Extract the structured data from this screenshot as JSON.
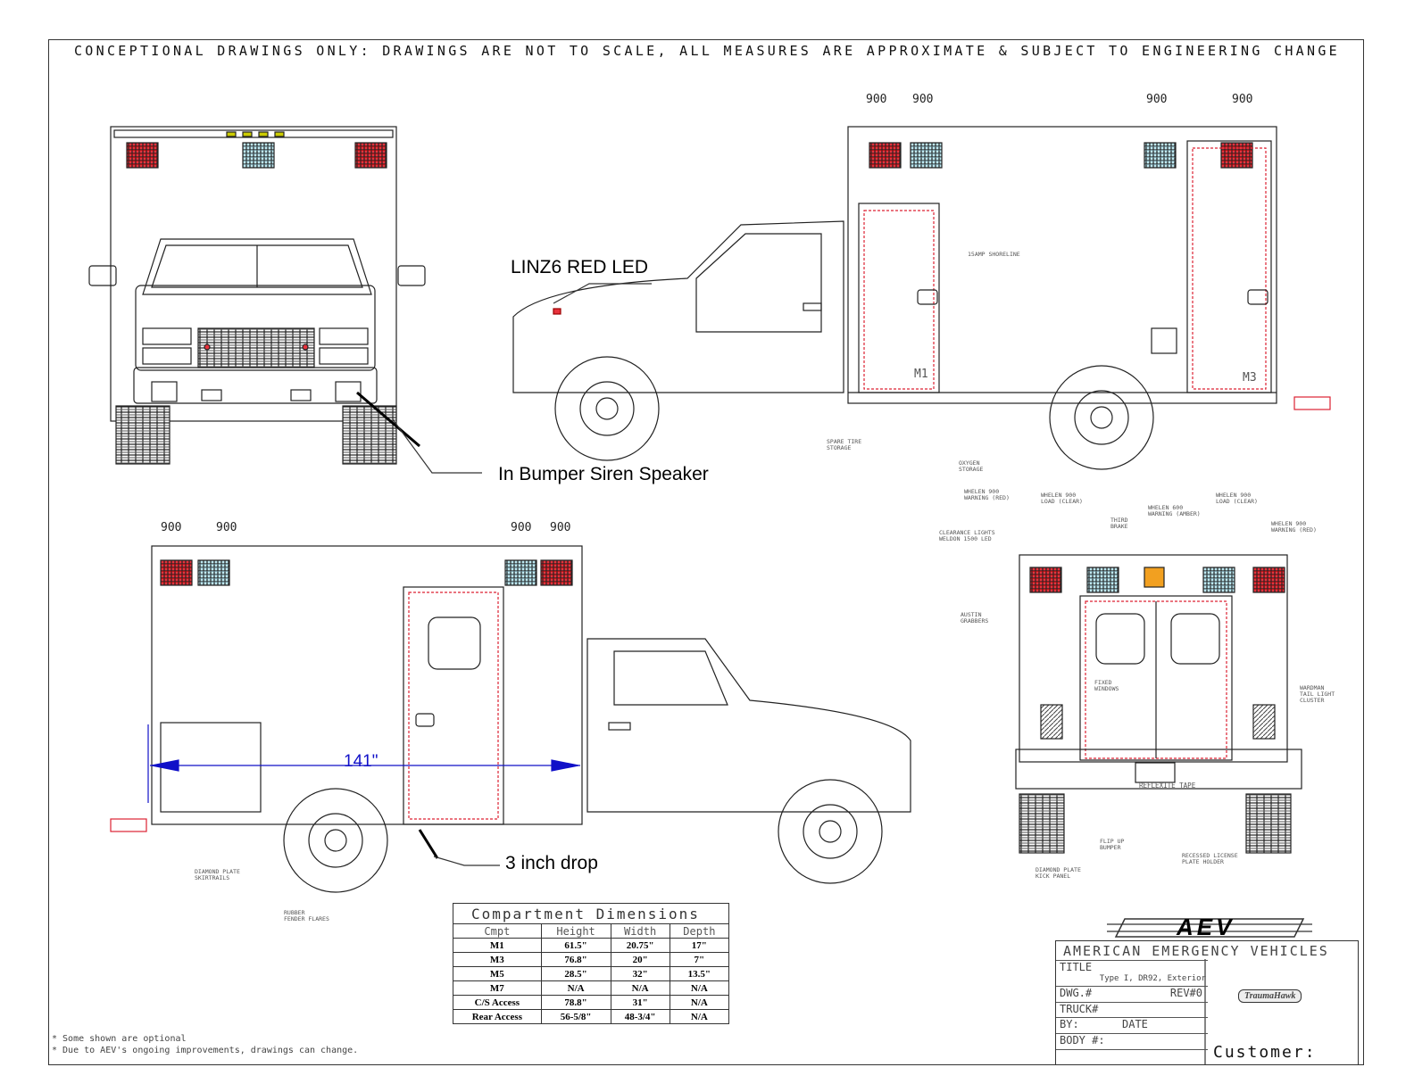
{
  "banner": "CONCEPTIONAL DRAWINGS ONLY: DRAWINGS ARE NOT TO SCALE, ALL MEASURES ARE APPROXIMATE & SUBJECT TO ENGINEERING CHANGE",
  "callouts": {
    "linz6": "LINZ6 RED LED",
    "siren": "In Bumper Siren Speaker",
    "drop": "3 inch drop",
    "length": "141\""
  },
  "light_numbers": "900",
  "small_labels": {
    "shoreline": "15AMP SHORELINE",
    "spare_tire": "SPARE TIRE\nSTORAGE",
    "oxygen": "OXYGEN\nSTORAGE",
    "m1": "M1",
    "m3": "M3",
    "diamond_skirt": "DIAMOND PLATE\nSKIRTRAILS",
    "fender": "RUBBER\nFENDER FLARES",
    "whelen_red": "WHELEN 900\nWARNING (RED)",
    "whelen_clear_l": "WHELEN 900\nLOAD (CLEAR)",
    "third_brake": "THIRD\nBRAKE",
    "whelen_amber": "WHELEN 600\nWARNING (AMBER)",
    "whelen_clear_r": "WHELEN 900\nLOAD (CLEAR)",
    "whelen_red_r": "WHELEN 900\nWARNING (RED)",
    "clearance": "CLEARANCE LIGHTS\nWELDON 1500 LED",
    "austin": "AUSTIN\nGRABBERS",
    "fixed_windows": "FIXED\nWINDOWS",
    "wardman": "WARDMAN\nTAIL LIGHT\nCLUSTER",
    "reflexite": "REFLEXITE TAPE",
    "flip_up": "FLIP UP\nBUMPER",
    "recessed": "RECESSED LICENSE\nPLATE HOLDER",
    "kick": "DIAMOND PLATE\nKICK PANEL"
  },
  "table": {
    "title": "Compartment Dimensions",
    "headers": [
      "Cmpt",
      "Height",
      "Width",
      "Depth"
    ],
    "rows": [
      [
        "M1",
        "61.5\"",
        "20.75\"",
        "17\""
      ],
      [
        "M3",
        "76.8\"",
        "20\"",
        "7\""
      ],
      [
        "M5",
        "28.5\"",
        "32\"",
        "13.5\""
      ],
      [
        "M7",
        "N/A",
        "N/A",
        "N/A"
      ],
      [
        "C/S Access",
        "78.8\"",
        "31\"",
        "N/A"
      ],
      [
        "Rear Access",
        "56-5/8\"",
        "48-3/4\"",
        "N/A"
      ]
    ]
  },
  "title_block": {
    "logo": "AEV",
    "company": "AMERICAN EMERGENCY VEHICLES",
    "title_label": "TITLE",
    "title_value": "Type I, DR92, Exterior",
    "dwg_label": "DWG.#",
    "rev": "REV#0",
    "truck": "TRUCK#",
    "by": "BY:",
    "date": "DATE",
    "body": "BODY #:",
    "brand": "TraumaHawk",
    "customer": "Customer:"
  },
  "notes": [
    "* Some shown are optional",
    "* Due to AEV's ongoing improvements, drawings can change."
  ],
  "colors": {
    "red_light": "#e8323c",
    "clear_light": "#bfe9f2",
    "measure": "#1010c8",
    "compartment_dash": "#d23"
  }
}
